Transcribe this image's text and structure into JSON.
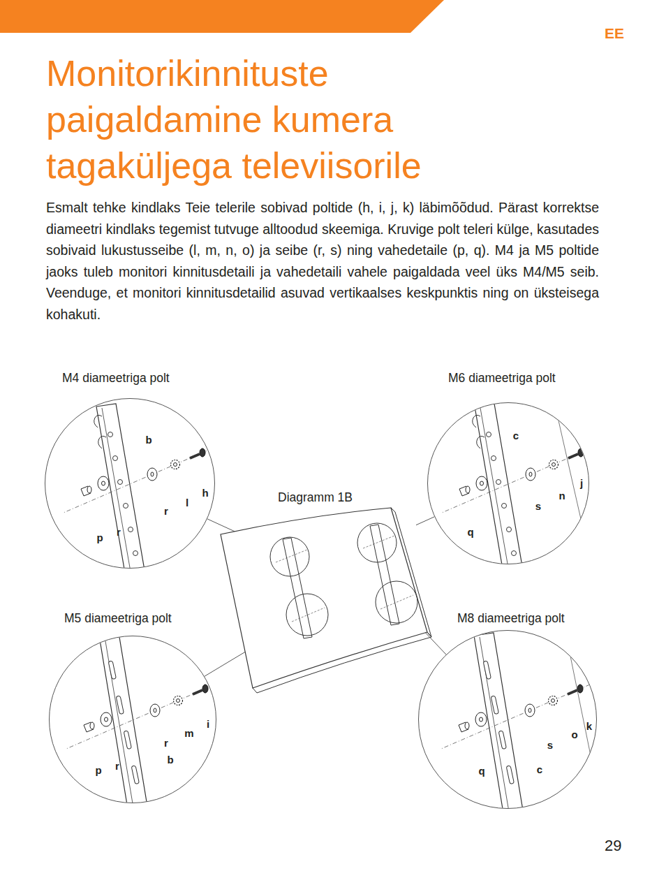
{
  "diagram": {
    "title": "Monitorikinnituste paigaldamine kumera tagaküljega televiisorile",
    "nodes": [
      {
        "text": [
          "M4 diameetriga polt",
          "b",
          "r",
          "l",
          "h",
          "p",
          "r"
        ]
      },
      {
        "text": [
          "M6 diameetriga polt",
          "c",
          "j",
          "n",
          "s",
          "q"
        ]
      },
      {
        "text": [
          "Diagramm 1B"
        ]
      },
      {
        "text": [
          "M5 diameetriga polt",
          "i",
          "m",
          "r",
          "r",
          "p",
          "b"
        ]
      },
      {
        "text": [
          "M8 diameetriga polt",
          "k",
          "o",
          "s",
          "q",
          "c"
        ]
      }
    ],
    "edges": [
      {
        "from": 0,
        "to": 2,
        "arrow": "none"
      },
      {
        "from": 1,
        "to": 2,
        "arrow": "none"
      },
      {
        "from": 3,
        "to": 2,
        "arrow": "none"
      },
      {
        "from": 4,
        "to": 2,
        "arrow": "none"
      }
    ],
    "labels": [
      "EE",
      "Esmalt tehke kindlaks Teie telerile sobivad poltide (h, i, j, k) läbimõõdud. Pärast korrektse diameetri kindlaks tegemist tutvuge alltoodud skeemiga. Kruvige polt teleri külge, kasutades sobivaid lukustusseibe (l, m, n, o) ja seibe (r, s) ning vahedetaile (p, q). M4 ja M5 poltide jaoks tuleb monitori kinnitusdetaili ja vahedetaili vahele paigaldada veel üks M4/M5 seib. Veenduge, et monitori kinnitusdetailid asuvad vertikaalses keskpunktis ning on üksteisega kohakuti.",
      "29"
    ]
  }
}
